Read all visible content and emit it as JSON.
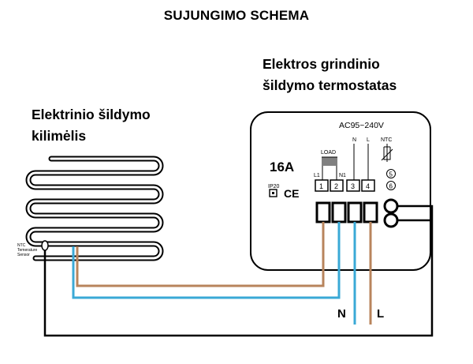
{
  "title": "SUJUNGIMO SCHEMA",
  "thermostat": {
    "title_line1": "Elektros grindinio",
    "title_line2": "šildymo termostatas",
    "voltage": "AC95~240V",
    "current": "16A",
    "ip_rating": "IP20",
    "ce_mark": "CE",
    "load_label": "LOAD",
    "terminal_labels": [
      "L1",
      "N1",
      "N",
      "L"
    ],
    "sensor_label": "NTC",
    "terminals": [
      "1",
      "2",
      "3",
      "4",
      "5",
      "6"
    ]
  },
  "heating_mat": {
    "title_line1": "Elektrinio šildymo",
    "title_line2": "kilimėlis",
    "sensor_label_line1": "NTC",
    "sensor_label_line2": "Temerature",
    "sensor_label_line3": "Sensor"
  },
  "supply": {
    "neutral": "N",
    "live": "L"
  },
  "colors": {
    "neutral_wire": "#3aa9d6",
    "live_wire": "#b8845c",
    "sensor_wire": "#000000"
  }
}
